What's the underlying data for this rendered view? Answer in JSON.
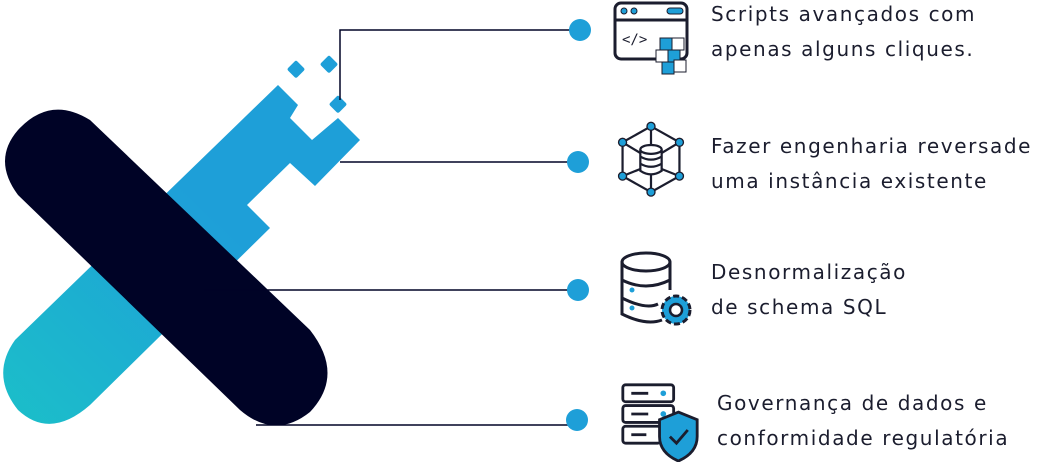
{
  "colors": {
    "dark": "#000326",
    "blue": "#1e9fd8",
    "teal": "#1bbfc9",
    "text": "#1b1d2e"
  },
  "features": [
    {
      "icon": "code-window-cubes-icon",
      "lines": [
        "Scripts avançados com",
        "apenas alguns cliques."
      ]
    },
    {
      "icon": "database-network-icon",
      "lines": [
        "Fazer engenharia reversade",
        "uma instância existente"
      ]
    },
    {
      "icon": "database-gear-icon",
      "lines": [
        "Desnormalização",
        "de schema SQL"
      ]
    },
    {
      "icon": "server-shield-icon",
      "lines": [
        "Governança de dados e",
        "conformidade regulatória"
      ]
    }
  ]
}
